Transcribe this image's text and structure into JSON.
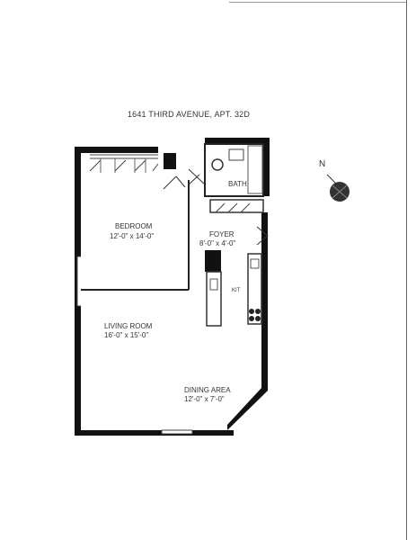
{
  "title": "1641 THIRD AVENUE, APT. 32D",
  "rooms": {
    "bedroom": {
      "name": "BEDROOM",
      "dims": "12'-0\" x 14'-0\""
    },
    "bath": {
      "name": "BATH"
    },
    "foyer": {
      "name": "FOYER",
      "dims": "8'-0\" x 4'-0\""
    },
    "kitchen": {
      "name": "KIT"
    },
    "living_room": {
      "name": "LIVING ROOM",
      "dims": "16'-0\" x 15'-0\""
    },
    "dining_area": {
      "name": "DINING AREA",
      "dims": "12'-0\" x 7'-0\""
    }
  },
  "compass": {
    "label": "N"
  }
}
